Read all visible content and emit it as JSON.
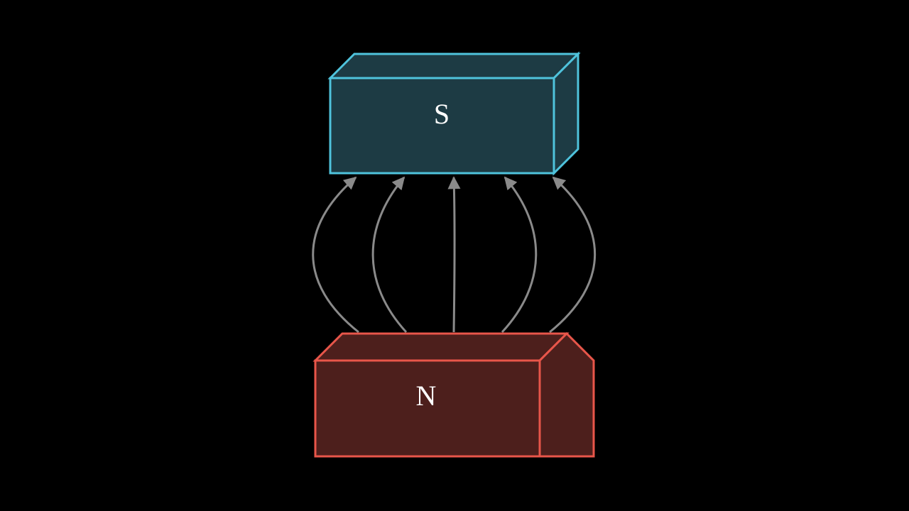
{
  "diagram": {
    "top_magnet": {
      "label": "S",
      "stroke": "#4fc3dc",
      "fill": "#1d3b44"
    },
    "bottom_magnet": {
      "label": "N",
      "stroke": "#e8564a",
      "fill": "#4d1f1c"
    },
    "field_lines": {
      "count": 5,
      "color": "#8a8a8a",
      "direction": "bottom-magnet-to-top-magnet"
    }
  }
}
